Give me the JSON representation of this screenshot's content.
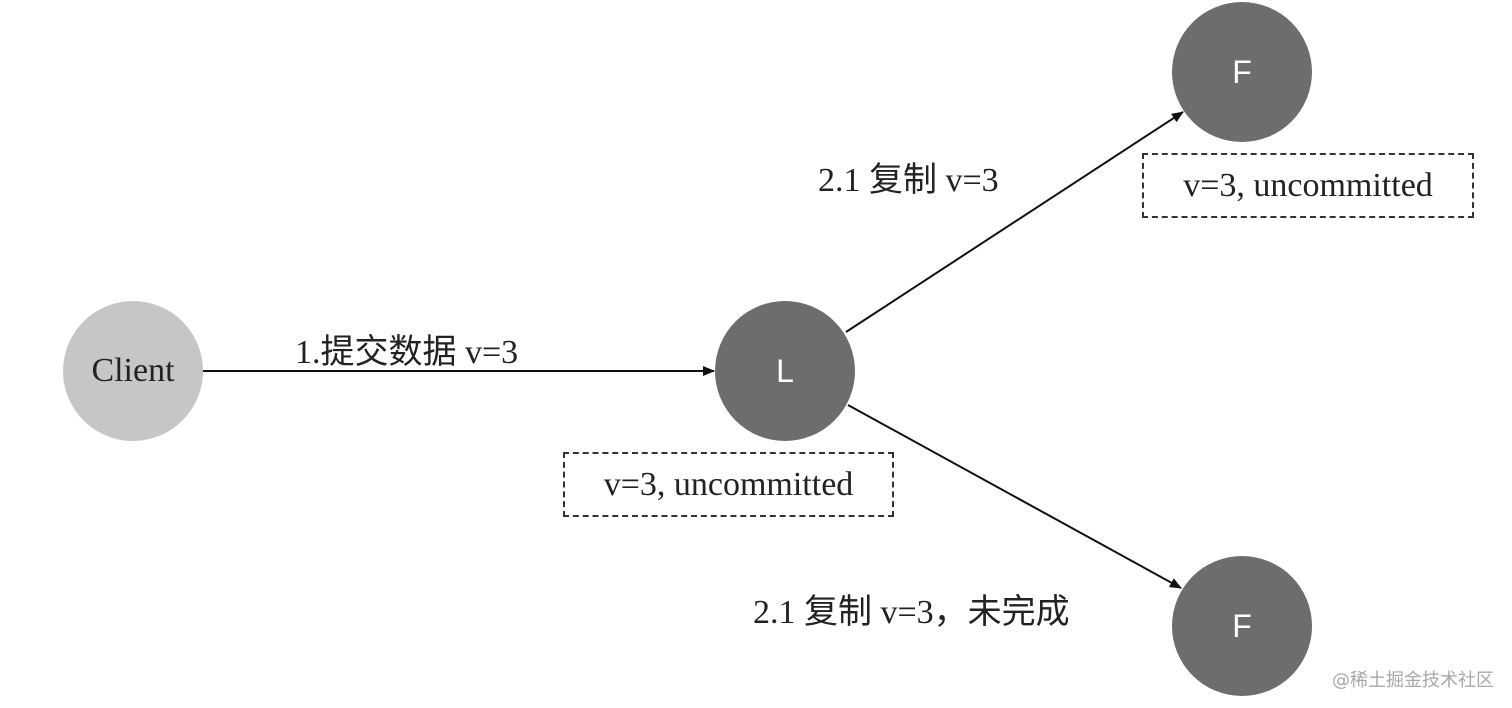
{
  "nodes": {
    "client": "Client",
    "leader": "L",
    "follower_top": "F",
    "follower_bottom": "F"
  },
  "edges": {
    "client_to_leader": "1.提交数据 v=3",
    "leader_to_follower_top": "2.1 复制 v=3",
    "leader_to_follower_bottom": "2.1 复制 v=3，未完成"
  },
  "states": {
    "leader": "v=3, uncommitted",
    "follower_top": "v=3, uncommitted"
  },
  "watermark": "@稀土掘金技术社区",
  "colors": {
    "leader_node": "#6d6d70",
    "client_node": "#c6c6c6"
  }
}
